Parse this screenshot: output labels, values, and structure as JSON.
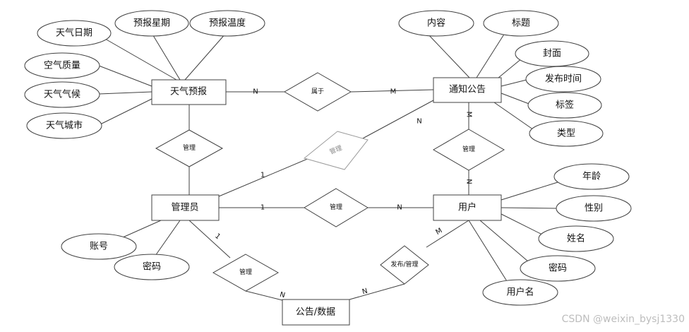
{
  "entities": {
    "weather_forecast": "天气预报",
    "notice": "通知公告",
    "admin": "管理员",
    "user": "用户",
    "notice_data": "公告/数据"
  },
  "attributes": {
    "weather_date": "天气日期",
    "forecast_week": "预报星期",
    "forecast_temp": "预报温度",
    "air_quality": "空气质量",
    "weather_climate": "天气气候",
    "weather_city": "天气城市",
    "notice_content": "内容",
    "notice_title": "标题",
    "notice_cover": "封面",
    "notice_publish_time": "发布时间",
    "notice_tag": "标签",
    "notice_type": "类型",
    "user_age": "年龄",
    "user_gender": "性别",
    "user_name": "姓名",
    "user_password": "密码",
    "user_username": "用户名",
    "admin_account": "账号",
    "admin_password": "密码"
  },
  "relationships": {
    "belongs_to": "属于",
    "admin_manage_weather": "管理",
    "admin_manage_notice": "管理",
    "user_manage_notice": "管理",
    "admin_manage_user": "管理",
    "admin_manage_data": "管理",
    "user_publish_manage": "发布/管理"
  },
  "cardinalities": {
    "belongs_weather": "N",
    "belongs_notice": "M",
    "admin_notice_admin": "1",
    "admin_notice_notice": "N",
    "user_notice_notice": "M",
    "user_notice_user": "N",
    "admin_user_admin": "1",
    "admin_user_user": "N",
    "admin_data_admin": "1",
    "admin_data_data": "N",
    "user_data_user": "M",
    "user_data_data": "N"
  },
  "watermark": "CSDN @weixin_bysj1330"
}
